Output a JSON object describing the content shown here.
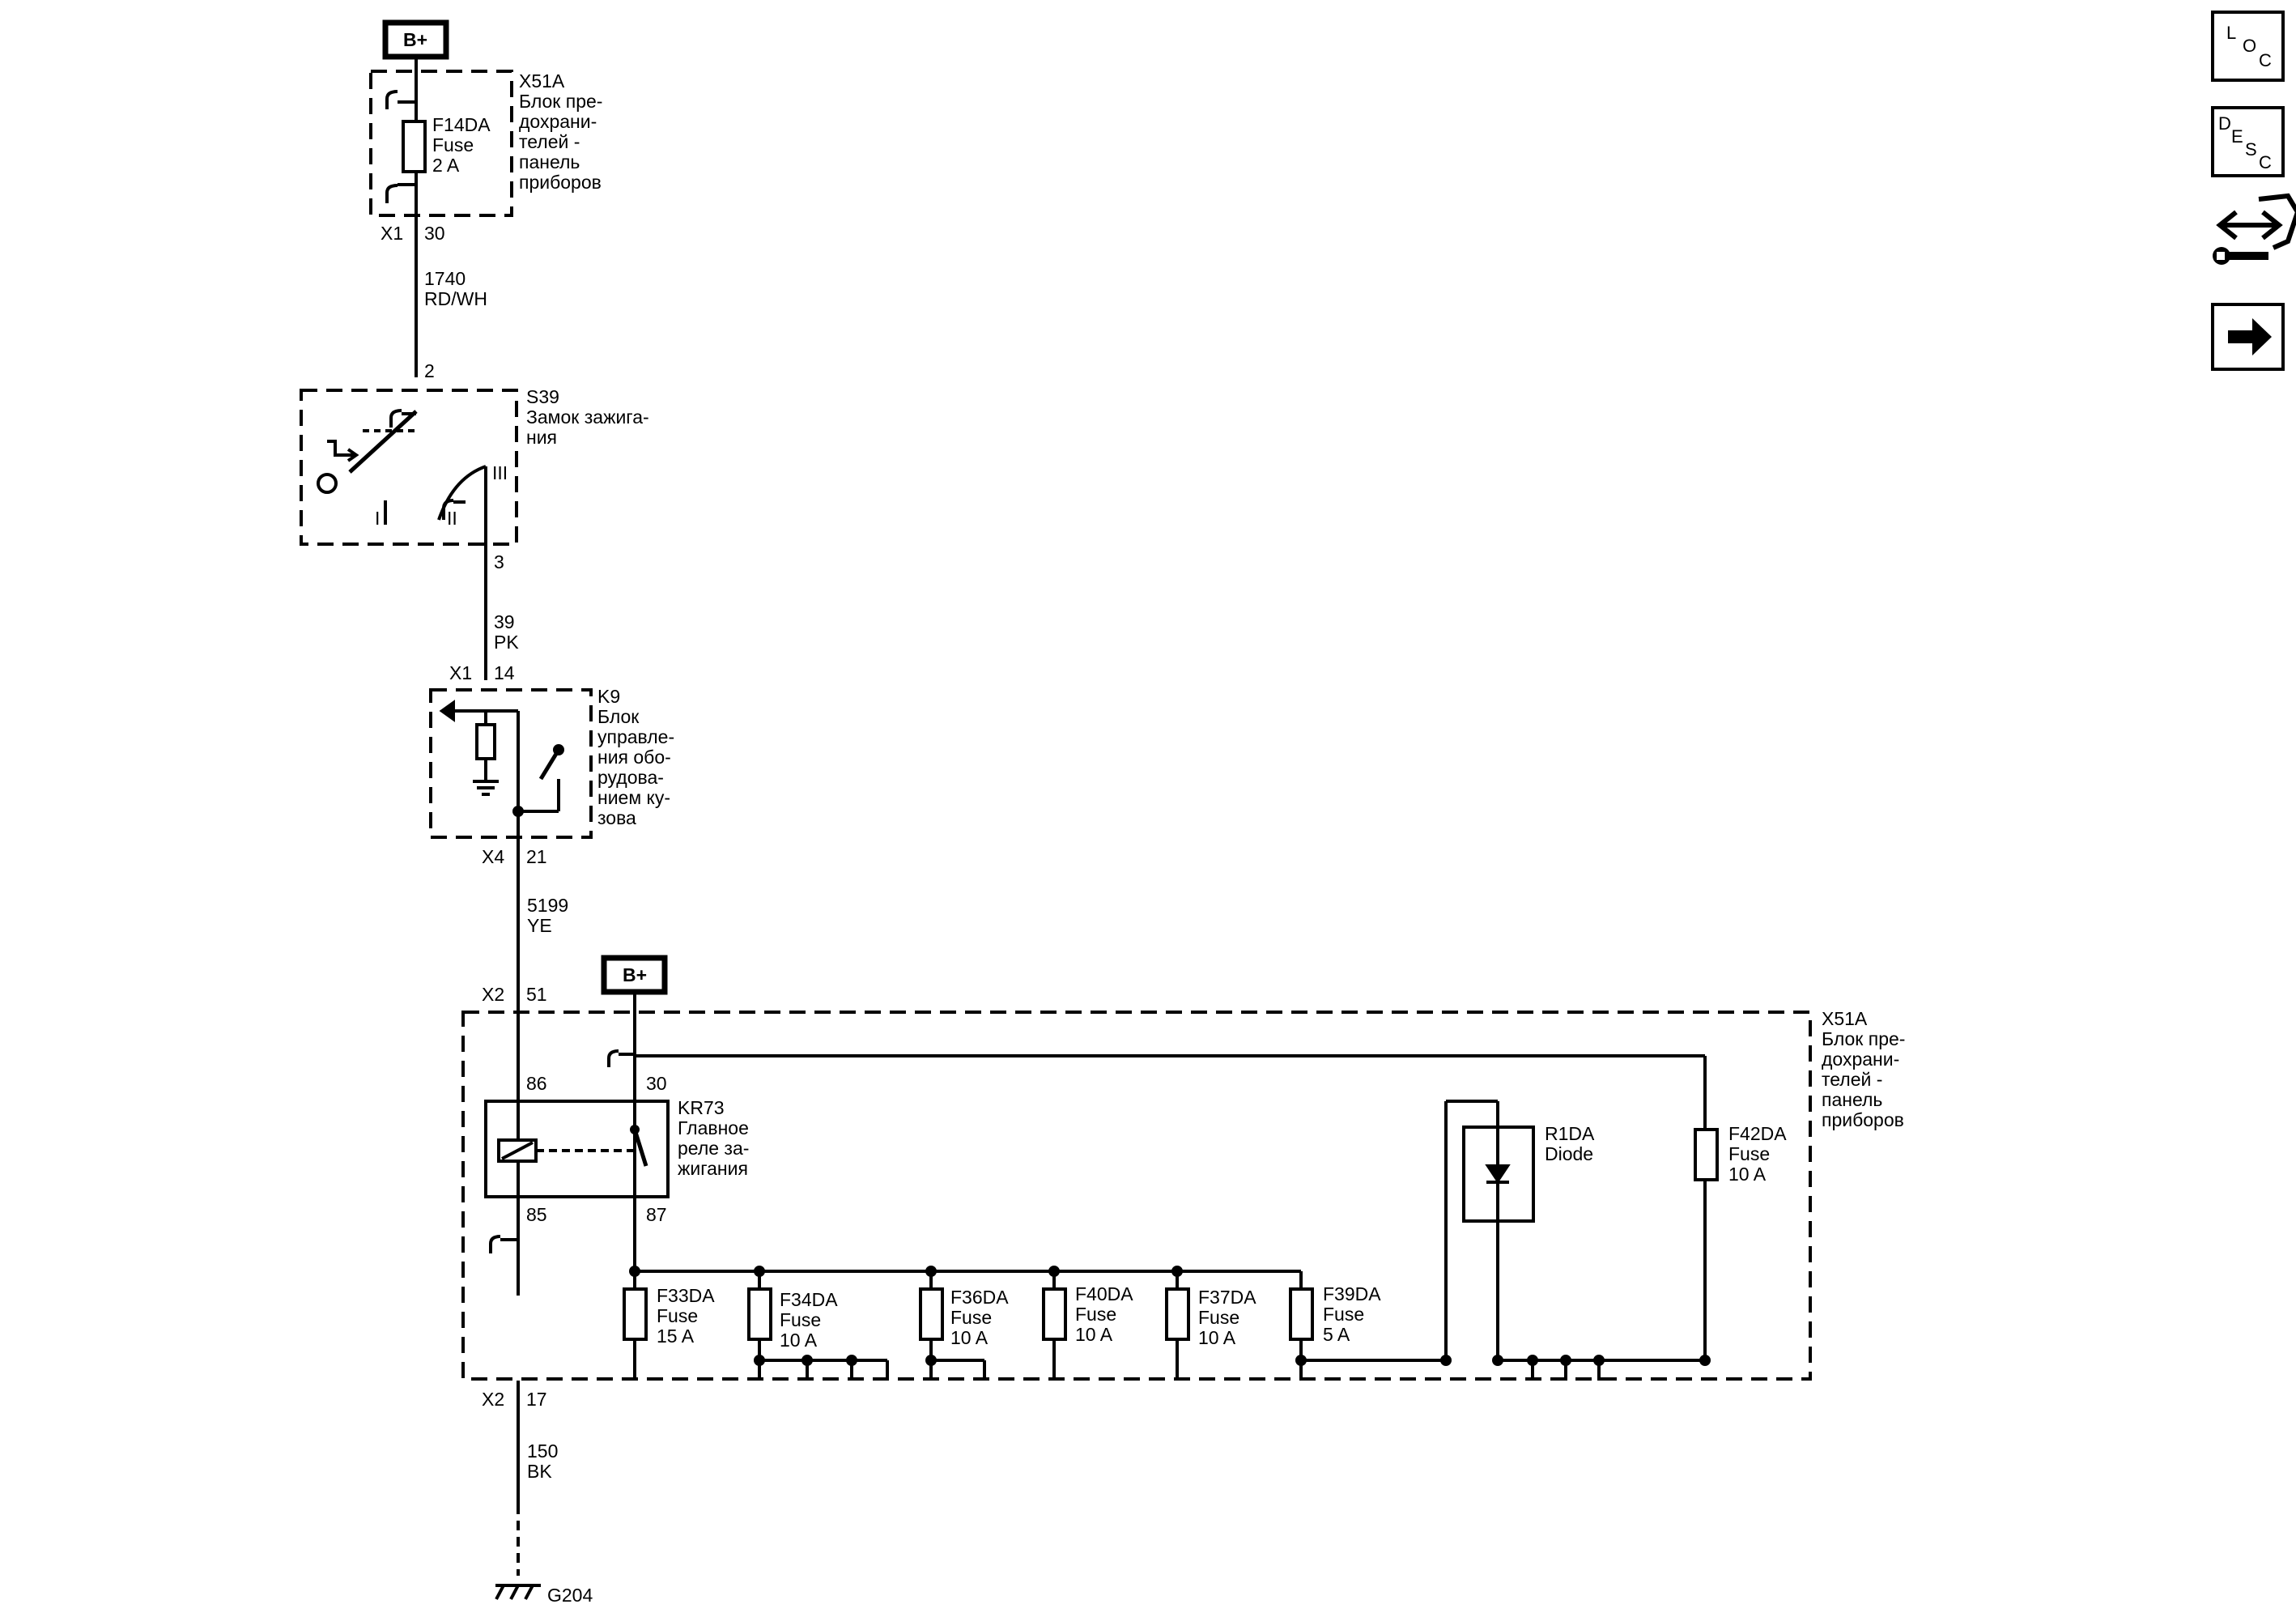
{
  "power": {
    "bplus_top": "B+",
    "bplus_mid": "B+"
  },
  "x51a_top": {
    "name": "X51A",
    "desc_lines": [
      "Блок пре-",
      "дохрани-",
      "телей -",
      "панель",
      "приборов"
    ],
    "fuse_lines": [
      "F14DA",
      "Fuse",
      "2 A"
    ],
    "connector": "X1",
    "pin": "30"
  },
  "wire_1740": {
    "lines": [
      "1740",
      "RD/WH"
    ]
  },
  "s39": {
    "name": "S39",
    "desc_lines": [
      "Замок зажига-",
      "ния"
    ],
    "pin_in": "2",
    "pin_out": "3",
    "pos_1": "I",
    "pos_2": "II",
    "pos_3": "III"
  },
  "wire_39": {
    "lines": [
      "39",
      "PK"
    ]
  },
  "k9": {
    "name": "K9",
    "desc_lines": [
      "Блок",
      "управле-",
      "ния обо-",
      "рудова-",
      "нием ку-",
      "зова"
    ],
    "conn_in": "X1",
    "pin_in": "14",
    "conn_out": "X4",
    "pin_out": "21"
  },
  "wire_5199": {
    "lines": [
      "5199",
      "YE"
    ]
  },
  "x51a_bottom": {
    "name": "X51A",
    "desc_lines": [
      "Блок пре-",
      "дохрани-",
      "телей -",
      "панель",
      "приборов"
    ],
    "conn_in": "X2",
    "pin_in": "51",
    "conn_out": "X2",
    "pin_out": "17"
  },
  "kr73": {
    "name": "KR73",
    "desc_lines": [
      "Главное",
      "реле за-",
      "жигания"
    ],
    "pin_86": "86",
    "pin_85": "85",
    "pin_30": "30",
    "pin_87": "87"
  },
  "r1da": {
    "lines": [
      "R1DA",
      "Diode"
    ]
  },
  "fuses": [
    {
      "id": "f33da",
      "lines": [
        "F33DA",
        "Fuse",
        "15 A"
      ]
    },
    {
      "id": "f34da",
      "lines": [
        "F34DA",
        "Fuse",
        "10 A"
      ]
    },
    {
      "id": "f36da",
      "lines": [
        "F36DA",
        "Fuse",
        "10 A"
      ]
    },
    {
      "id": "f40da",
      "lines": [
        "F40DA",
        "Fuse",
        "10 A"
      ]
    },
    {
      "id": "f37da",
      "lines": [
        "F37DA",
        "Fuse",
        "10 A"
      ]
    },
    {
      "id": "f39da",
      "lines": [
        "F39DA",
        "Fuse",
        "5 A"
      ]
    },
    {
      "id": "f42da",
      "lines": [
        "F42DA",
        "Fuse",
        "10 A"
      ]
    }
  ],
  "wire_150": {
    "lines": [
      "150",
      "BK"
    ]
  },
  "ground": {
    "name": "G204"
  },
  "side_icons": [
    {
      "name": "loc-icon",
      "letters": [
        "L",
        "O",
        "C"
      ]
    },
    {
      "name": "desc-icon",
      "letters": [
        "D",
        "E",
        "S",
        "C"
      ]
    },
    {
      "name": "component-wrench-icon"
    },
    {
      "name": "arrow-right-icon"
    }
  ]
}
